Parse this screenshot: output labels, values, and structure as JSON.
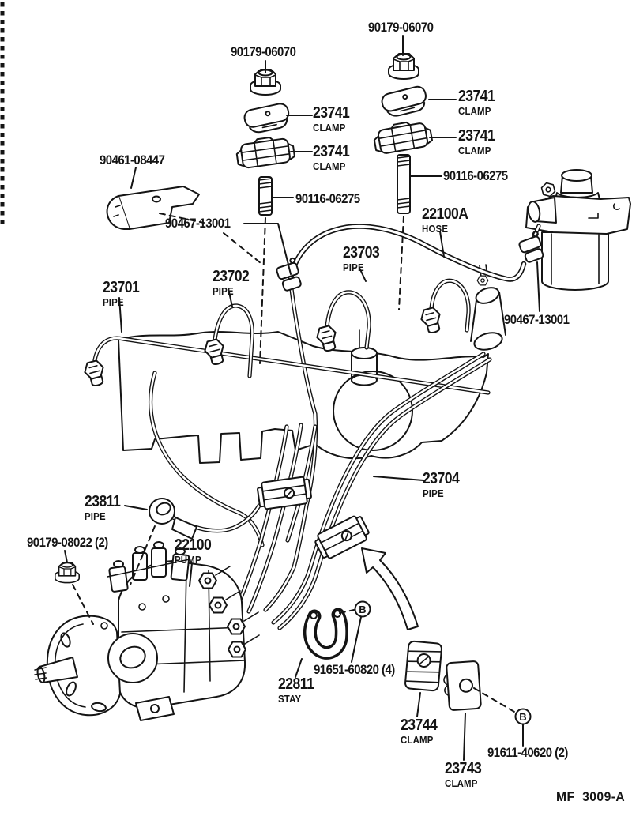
{
  "diagram": {
    "figure_code": "MF  3009-A",
    "b_symbol": "B",
    "colors": {
      "ink": "#141414",
      "paper": "#ffffff"
    },
    "labels": [
      {
        "part": "90179-06070"
      },
      {
        "part": "90179-06070"
      },
      {
        "part": "23741",
        "sub": "CLAMP"
      },
      {
        "part": "23741",
        "sub": "CLAMP"
      },
      {
        "part": "23741",
        "sub": "CLAMP"
      },
      {
        "part": "23741",
        "sub": "CLAMP"
      },
      {
        "part": "90461-08447"
      },
      {
        "part": "90116-06275"
      },
      {
        "part": "90116-06275"
      },
      {
        "part": "90467-13001"
      },
      {
        "part": "22100A",
        "sub": "HOSE"
      },
      {
        "part": "23701",
        "sub": "PIPE"
      },
      {
        "part": "23702",
        "sub": "PIPE"
      },
      {
        "part": "23703",
        "sub": "PIPE"
      },
      {
        "part": "90467-13001"
      },
      {
        "part": "23704",
        "sub": "PIPE"
      },
      {
        "part": "23811",
        "sub": "PIPE"
      },
      {
        "part": "90179-08022 (2)"
      },
      {
        "part": "22100",
        "sub": "PUMP"
      },
      {
        "part": "22811",
        "sub": "STAY"
      },
      {
        "part": "91651-60820 (4)"
      },
      {
        "part": "23744",
        "sub": "CLAMP"
      },
      {
        "part": "23743",
        "sub": "CLAMP"
      },
      {
        "part": "91611-40620 (2)"
      }
    ]
  }
}
